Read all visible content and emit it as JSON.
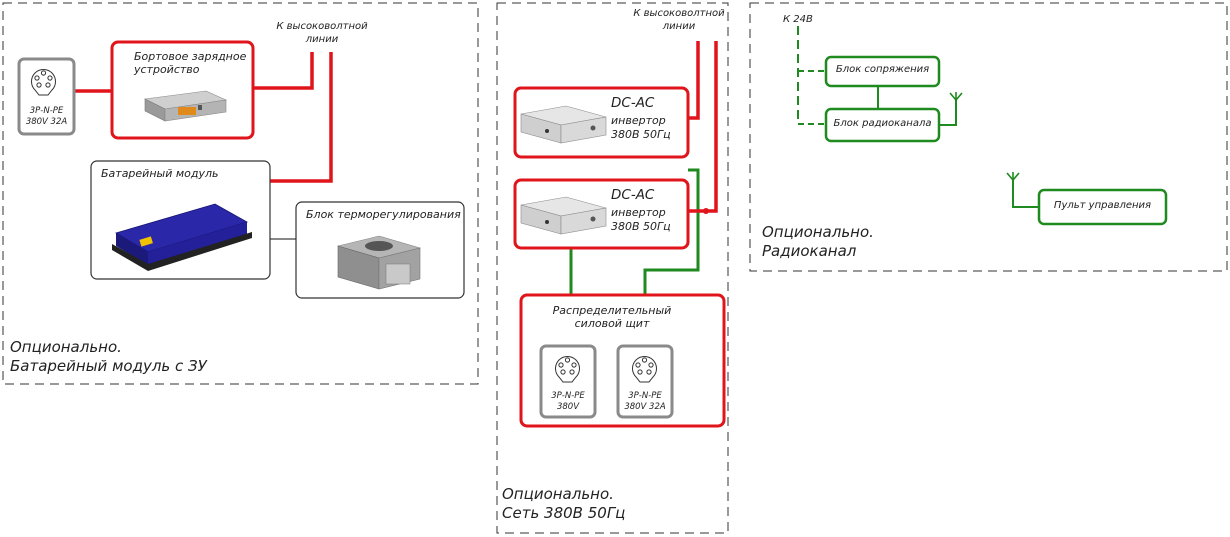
{
  "zones": {
    "battery": {
      "label_line1": "Опционально.",
      "label_line2": "Батарейный модуль с ЗУ"
    },
    "network": {
      "label_line1": "Опционально.",
      "label_line2": "Сеть 380В 50Гц"
    },
    "radio": {
      "label_line1": "Опционально.",
      "label_line2": "Радиоканал"
    }
  },
  "hv_line_left": {
    "line1": "К высоковолтной",
    "line2": "линии"
  },
  "hv_line_right": {
    "line1": "К высоковолтной",
    "line2": "линии"
  },
  "socket_left": {
    "line1": "3Р-N-PE",
    "line2": "380V 32A"
  },
  "charger": {
    "line1": "Бортовое зарядное",
    "line2": "устройство"
  },
  "battery_module": {
    "label": "Батарейный модуль"
  },
  "thermo_unit": {
    "label": "Блок терморегулирования"
  },
  "inverters": [
    {
      "title": "DC-AC",
      "line1": "инвертор",
      "line2": "380В 50Гц"
    },
    {
      "title": "DC-AC",
      "line1": "инвертор",
      "line2": "380В 50Гц"
    }
  ],
  "distribution_panel": {
    "line1": "Распределительный",
    "line2": "силовой щит",
    "sockets": [
      {
        "line1": "3Р-N-PE",
        "line2": "380V"
      },
      {
        "line1": "3Р-N-PE",
        "line2": "380V 32A"
      }
    ]
  },
  "radio": {
    "supply_label": "К 24В",
    "interface_block": "Блок сопряжения",
    "radio_block": "Блок радиоканала",
    "remote": "Пульт управления"
  },
  "colors": {
    "power": "#e0141b",
    "control": "#1f8a1f",
    "frame": "#333333",
    "socket_frame": "#8a8a8a"
  }
}
